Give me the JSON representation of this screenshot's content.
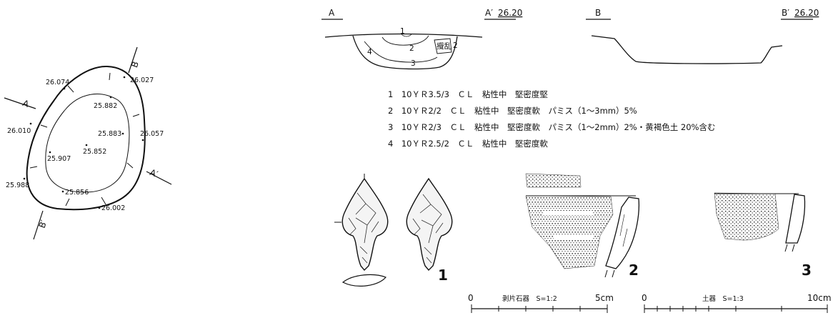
{
  "plan": {
    "points": [
      {
        "id": "p1",
        "label": "26.074"
      },
      {
        "id": "p2",
        "label": "26.027"
      },
      {
        "id": "p3",
        "label": "25.882"
      },
      {
        "id": "p4",
        "label": "26.010"
      },
      {
        "id": "p5",
        "label": "25.883"
      },
      {
        "id": "p6",
        "label": "26.057"
      },
      {
        "id": "p7",
        "label": "25.852"
      },
      {
        "id": "p8",
        "label": "25.907"
      },
      {
        "id": "p9",
        "label": "25.988"
      },
      {
        "id": "p10",
        "label": "25.856"
      },
      {
        "id": "p11",
        "label": "26.002"
      }
    ],
    "axis_labels": {
      "a": "A",
      "a_prime": "A′",
      "b": "B",
      "b_prime": "B′"
    }
  },
  "sections": {
    "a_start": "A",
    "a_end": "A′",
    "a_elev": "26.20",
    "b_start": "B",
    "b_end": "B′",
    "b_elev": "26.20",
    "layers": [
      "1",
      "2",
      "3",
      "4"
    ],
    "disturbed": "攪乱",
    "disturbed_num": "2"
  },
  "legend": [
    "1　10ＹＲ3.5/3　ＣＬ　粘性中　堅密度堅",
    "2　10ＹＲ2/2　ＣＬ　粘性中　堅密度軟　パミス（1～3mm）5%",
    "3　10ＹＲ2/3　ＣＬ　粘性中　堅密度軟　パミス（1～2mm）2%・黄褐色土 20%含む",
    "4　10ＹＲ2.5/2　ＣＬ　粘性中　堅密度軟"
  ],
  "artifacts": {
    "fig1": "1",
    "fig2": "2",
    "fig3": "3"
  },
  "scales": {
    "lithic": {
      "start": "0",
      "label": "剥片石器　S=1:2",
      "end": "5cm"
    },
    "pottery": {
      "start": "0",
      "label": "土器　S=1:3",
      "end": "10cm"
    }
  }
}
